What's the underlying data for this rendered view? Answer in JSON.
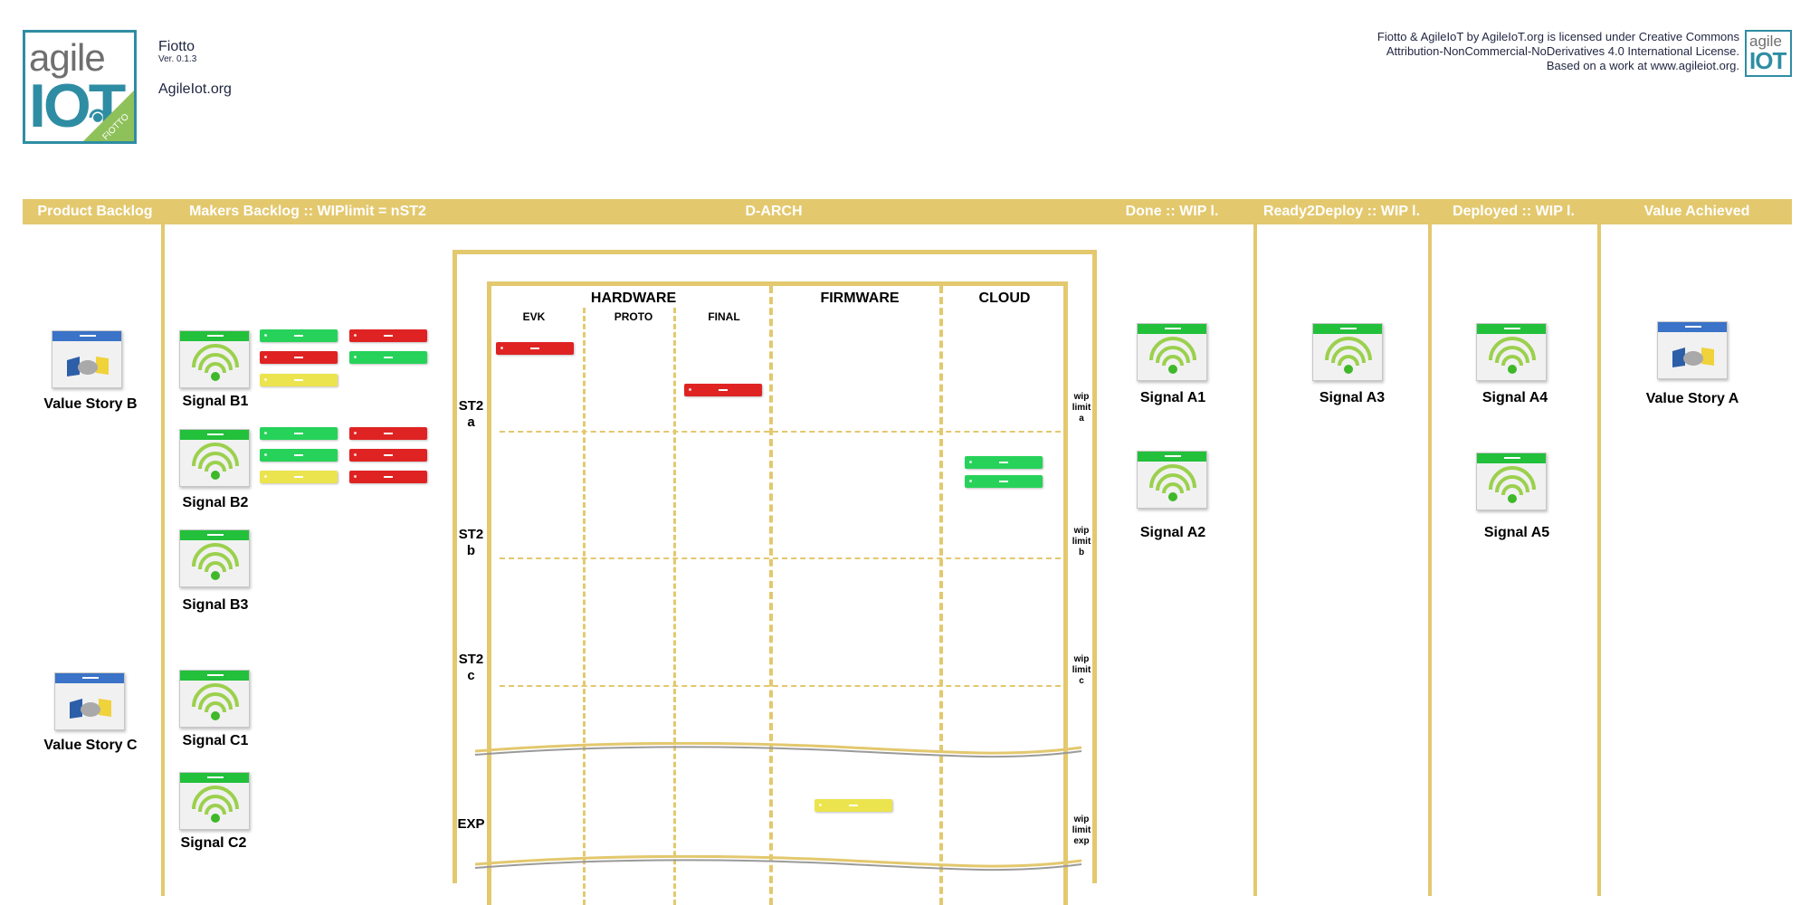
{
  "header": {
    "app_title": "Fiotto",
    "version": "Ver. 0.1.3",
    "site": "AgileIot.org",
    "license_lines": [
      "Fiotto & AgileIoT by AgileIoT.org is licensed under Creative Commons",
      "Attribution-NonCommercial-NoDerivatives 4.0 International License.",
      "Based on a work at www.agileiot.org."
    ],
    "logo_text_top": "agile",
    "logo_text_bottom": "IOT",
    "logo_ribbon": "FIOTTO"
  },
  "columns": [
    "Product Backlog",
    "Makers Backlog :: WIPlimit = nST2",
    "D-ARCH",
    "Done :: WIP l.",
    "Ready2Deploy :: WIP l.",
    "Deployed :: WIP l.",
    "Value Achieved"
  ],
  "darch": {
    "groups": [
      "HARDWARE",
      "FIRMWARE",
      "CLOUD"
    ],
    "hardware_stages": [
      "EVK",
      "PROTO",
      "FINAL"
    ],
    "rows": [
      {
        "label_line1": "ST2",
        "label_line2": "a",
        "wip": [
          "wip",
          "limit",
          "a"
        ]
      },
      {
        "label_line1": "ST2",
        "label_line2": "b",
        "wip": [
          "wip",
          "limit",
          "b"
        ]
      },
      {
        "label_line1": "ST2",
        "label_line2": "c",
        "wip": [
          "wip",
          "limit",
          "c"
        ]
      },
      {
        "label_line1": "EXP",
        "label_line2": "",
        "wip": [
          "wip",
          "limit",
          "exp"
        ]
      }
    ]
  },
  "cards": {
    "value_story_b": "Value Story B",
    "value_story_c": "Value Story C",
    "value_story_a": "Value Story A",
    "signal_b1": "Signal B1",
    "signal_b2": "Signal B2",
    "signal_b3": "Signal B3",
    "signal_c1": "Signal C1",
    "signal_c2": "Signal C2",
    "signal_a1": "Signal A1",
    "signal_a2": "Signal A2",
    "signal_a3": "Signal A3",
    "signal_a4": "Signal A4",
    "signal_a5": "Signal A5"
  },
  "colors": {
    "board_gold": "#e3c86e",
    "signal_green": "#22c03b",
    "story_blue": "#3a73c7",
    "ticket_green": "#27d25a",
    "ticket_red": "#df2323",
    "ticket_yellow": "#ece44e",
    "logo_teal": "#2f8da3"
  }
}
